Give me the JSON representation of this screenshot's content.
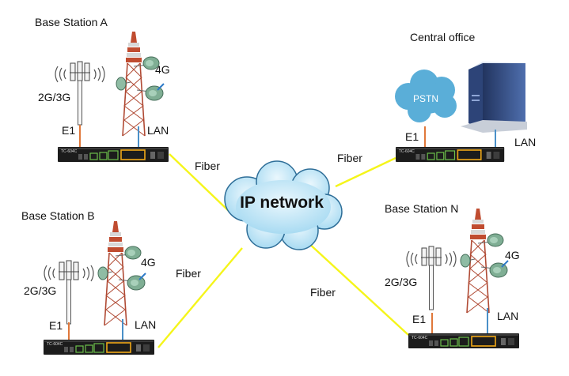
{
  "cloud": {
    "label": "IP network"
  },
  "link_label": "Fiber",
  "device_label": "TC-604C",
  "sites": {
    "a": {
      "title": "Base Station A",
      "label_2g3g": "2G/3G",
      "label_4g": "4G",
      "label_e1": "E1",
      "label_lan": "LAN"
    },
    "b": {
      "title": "Base Station B",
      "label_2g3g": "2G/3G",
      "label_4g": "4G",
      "label_e1": "E1",
      "label_lan": "LAN"
    },
    "n": {
      "title": "Base Station N",
      "label_2g3g": "2G/3G",
      "label_4g": "4G",
      "label_e1": "E1",
      "label_lan": "LAN"
    },
    "co": {
      "title": "Central office",
      "pstn": "PSTN",
      "label_e1": "E1",
      "label_lan": "LAN"
    }
  },
  "colors": {
    "fiber": "#f5f51a",
    "cloud_fill": "#bfe6f6",
    "cloud_stroke": "#2e6e98",
    "pstn_fill": "#5aaed8",
    "e1_wire": "#e0783a",
    "lan_wire": "#4a90c8",
    "device": "#1c1c1c",
    "tower": "#c04c30",
    "dish": "#7fae94",
    "server": "#34508a"
  },
  "icons": [
    "cloud-icon",
    "antenna-icon",
    "tower-icon",
    "dish-icon",
    "server-icon",
    "device-icon"
  ]
}
